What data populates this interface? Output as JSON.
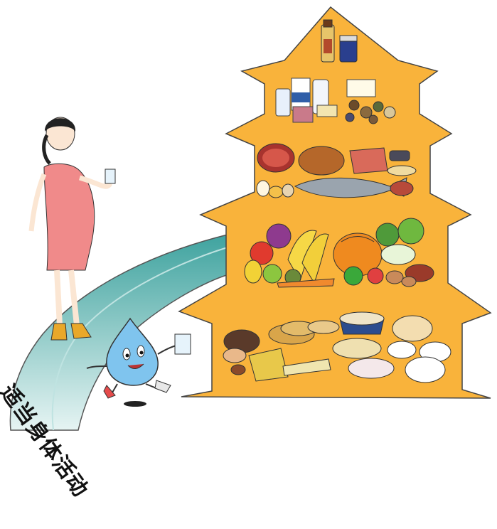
{
  "caption": "适当身体活动",
  "colors": {
    "pagoda": "#f9b33b",
    "path": "#4aa8a5",
    "dress": "#f08a8a",
    "water": "#7fc4ee"
  },
  "icons": [
    "pagoda",
    "pregnant-woman",
    "water-drop-mascot",
    "food-groups"
  ]
}
